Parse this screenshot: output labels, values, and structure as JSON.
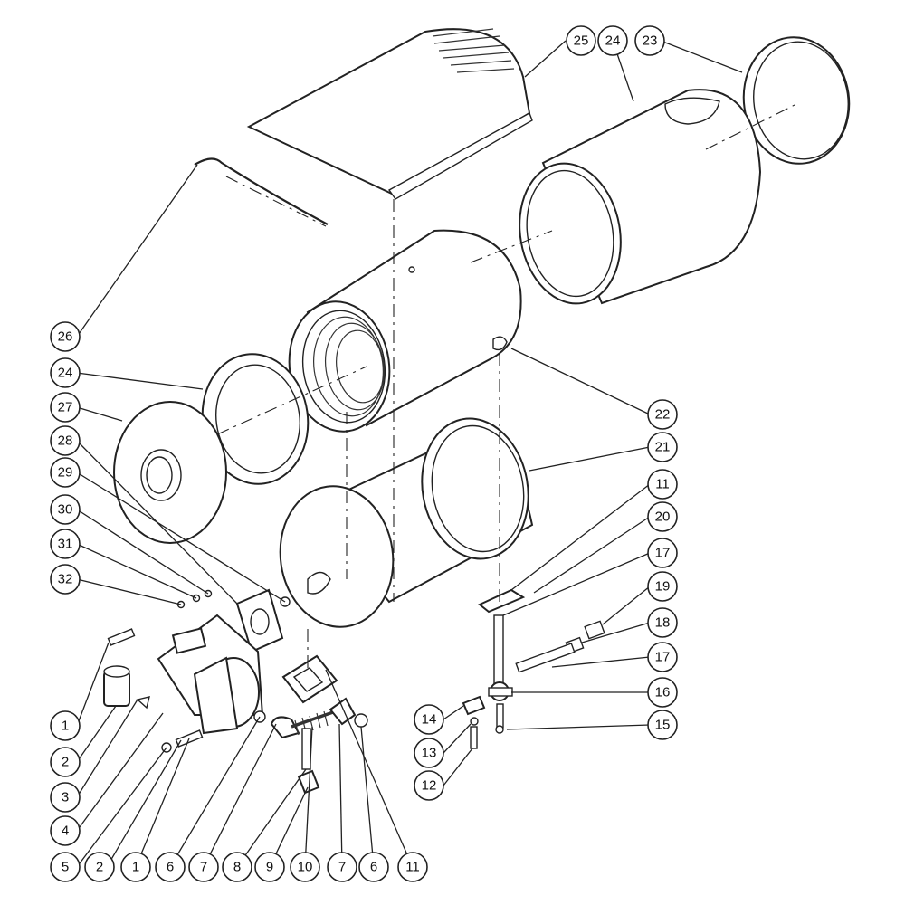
{
  "balloons": [
    {
      "id": "b25",
      "label": "25"
    },
    {
      "id": "b24t",
      "label": "24"
    },
    {
      "id": "b23",
      "label": "23"
    },
    {
      "id": "b26",
      "label": "26"
    },
    {
      "id": "b24l",
      "label": "24"
    },
    {
      "id": "b27",
      "label": "27"
    },
    {
      "id": "b28",
      "label": "28"
    },
    {
      "id": "b29",
      "label": "29"
    },
    {
      "id": "b30",
      "label": "30"
    },
    {
      "id": "b31",
      "label": "31"
    },
    {
      "id": "b32",
      "label": "32"
    },
    {
      "id": "b22",
      "label": "22"
    },
    {
      "id": "b21",
      "label": "21"
    },
    {
      "id": "b11r",
      "label": "11"
    },
    {
      "id": "b20",
      "label": "20"
    },
    {
      "id": "b17a",
      "label": "17"
    },
    {
      "id": "b19",
      "label": "19"
    },
    {
      "id": "b18",
      "label": "18"
    },
    {
      "id": "b17b",
      "label": "17"
    },
    {
      "id": "b16",
      "label": "16"
    },
    {
      "id": "b15",
      "label": "15"
    },
    {
      "id": "b14",
      "label": "14"
    },
    {
      "id": "b13",
      "label": "13"
    },
    {
      "id": "b12",
      "label": "12"
    },
    {
      "id": "b1a",
      "label": "1"
    },
    {
      "id": "b2a",
      "label": "2"
    },
    {
      "id": "b3",
      "label": "3"
    },
    {
      "id": "b4",
      "label": "4"
    },
    {
      "id": "b5",
      "label": "5"
    },
    {
      "id": "b2b",
      "label": "2"
    },
    {
      "id": "b1b",
      "label": "1"
    },
    {
      "id": "b6a",
      "label": "6"
    },
    {
      "id": "b7a",
      "label": "7"
    },
    {
      "id": "b8",
      "label": "8"
    },
    {
      "id": "b9",
      "label": "9"
    },
    {
      "id": "b10",
      "label": "10"
    },
    {
      "id": "b7b",
      "label": "7"
    },
    {
      "id": "b6b",
      "label": "6"
    },
    {
      "id": "b11b",
      "label": "11"
    }
  ]
}
